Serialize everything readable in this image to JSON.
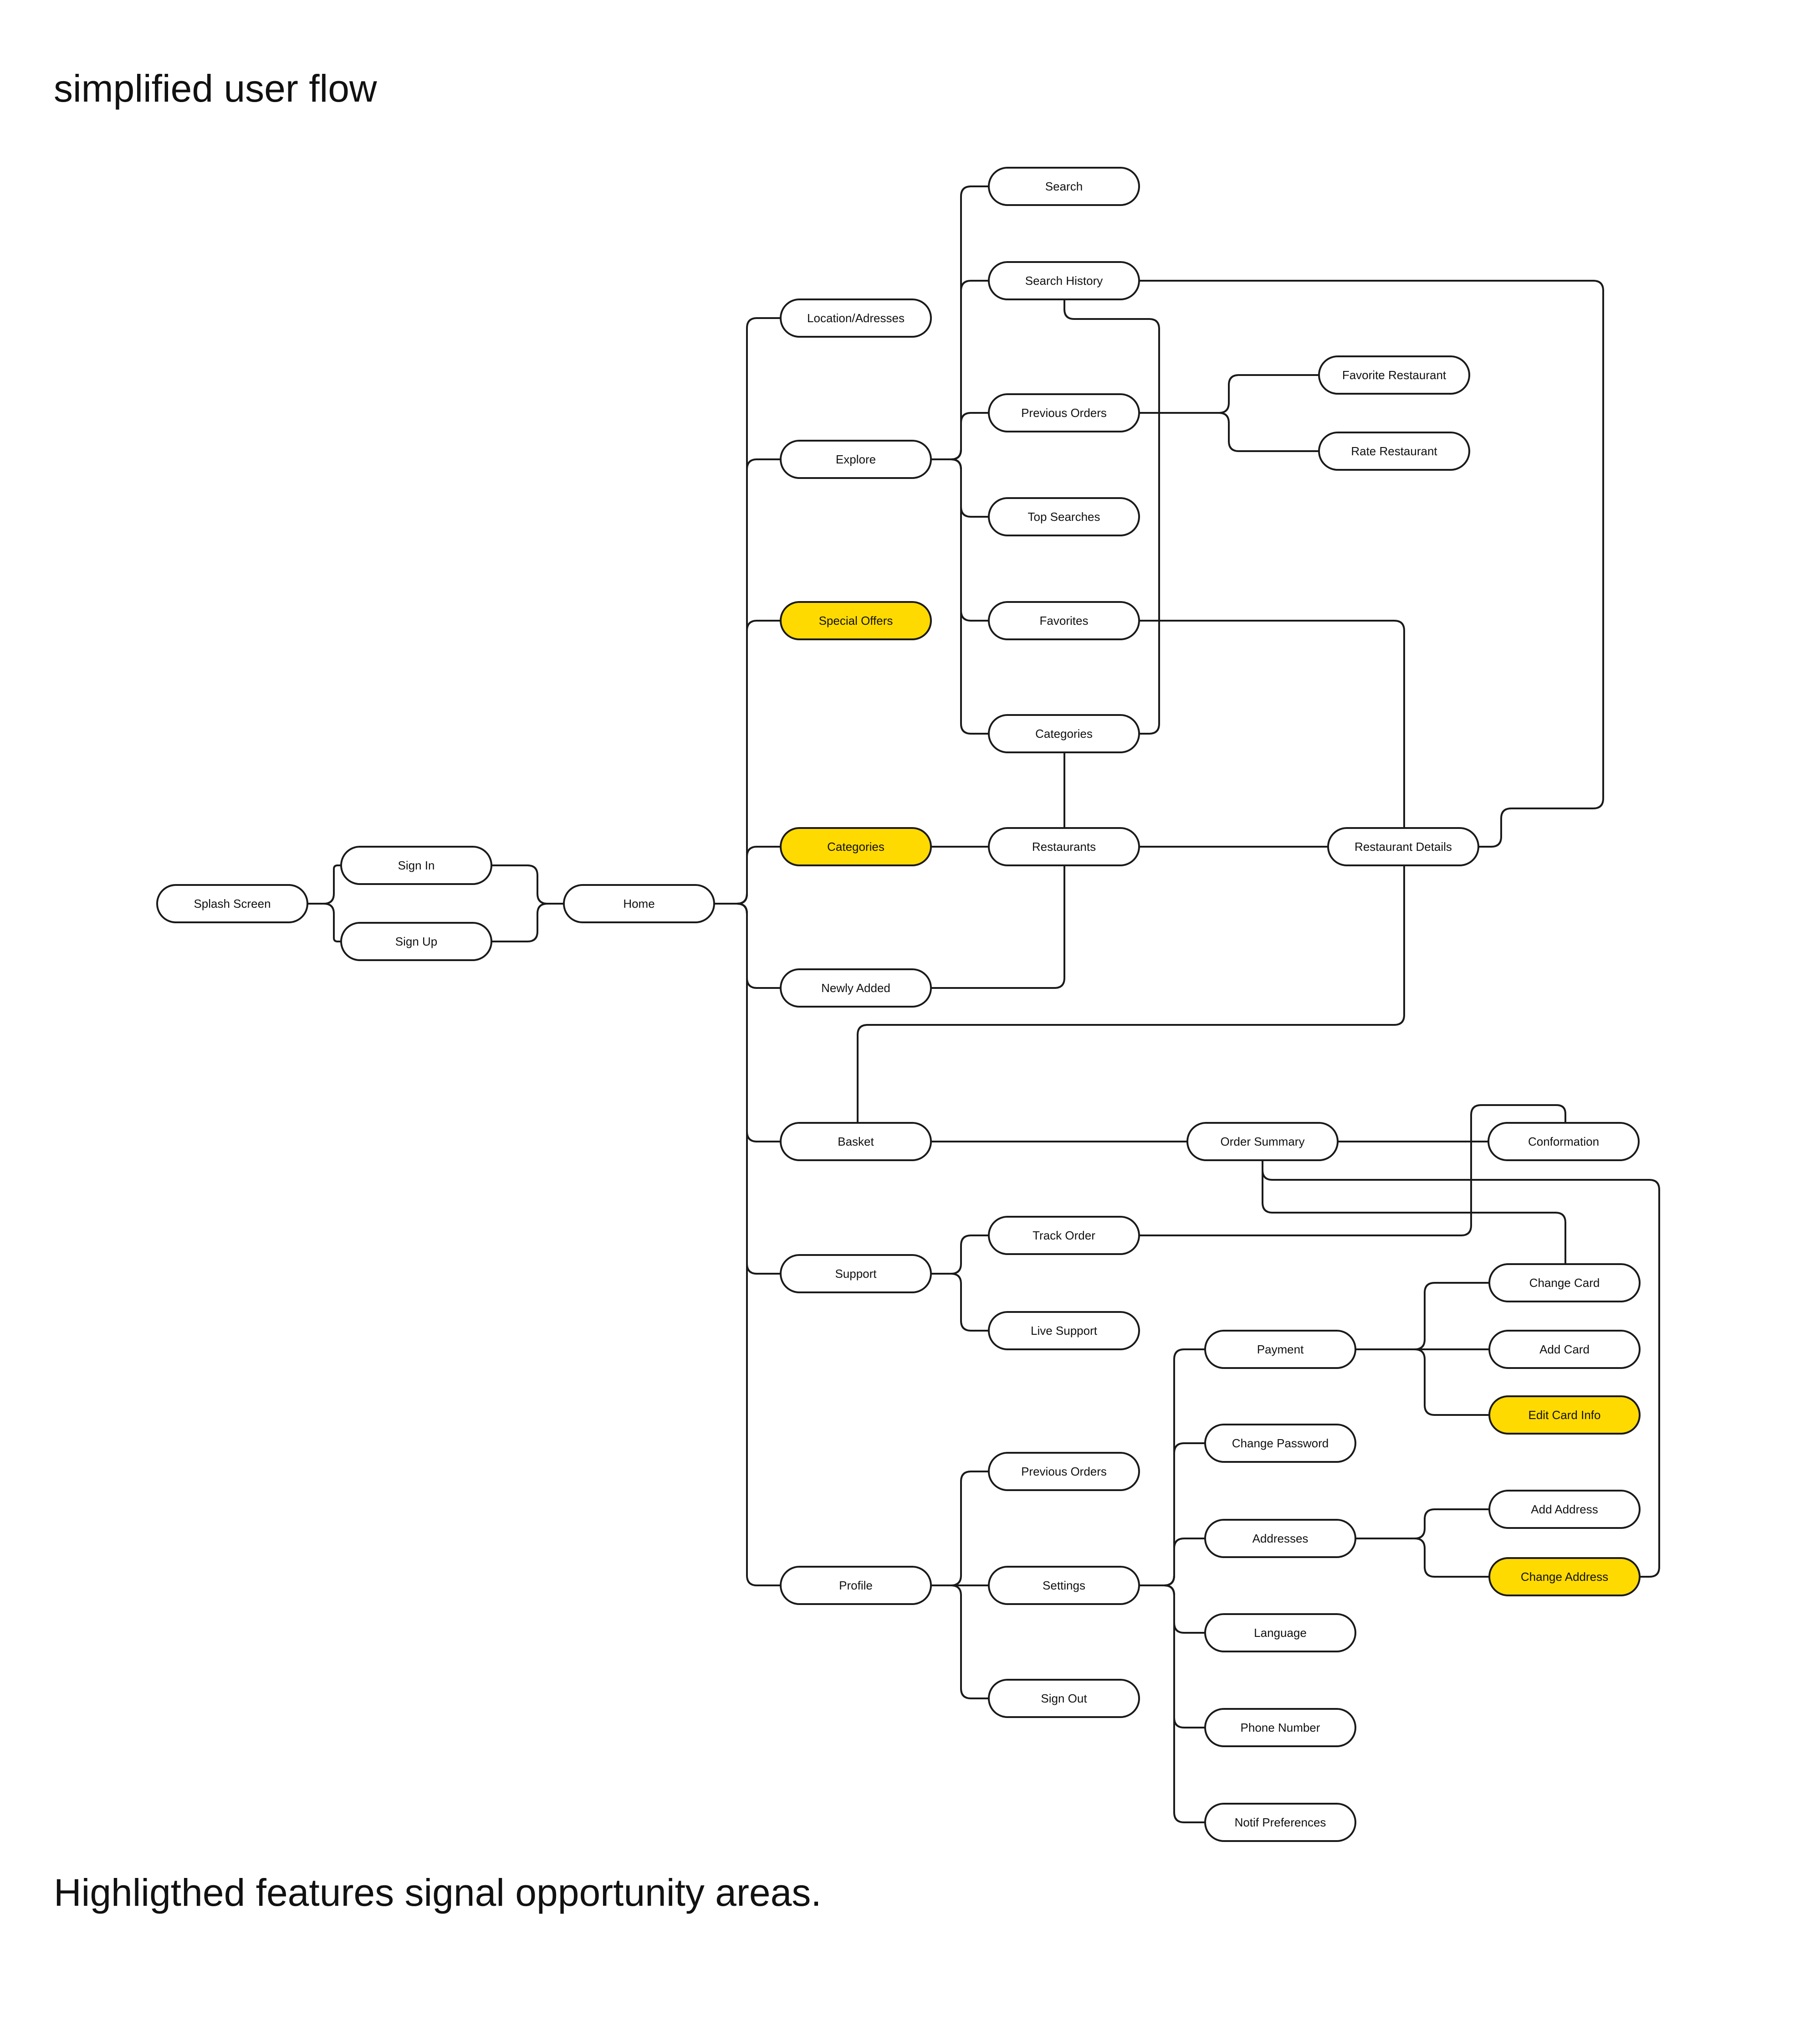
{
  "title": "simplified user flow",
  "footnote": "Highligthed features signal opportunity areas.",
  "colors": {
    "highlight": "#FFDA00",
    "node_fill": "#FFFFFF",
    "stroke": "#1A1A1A"
  },
  "nodes": [
    {
      "id": "splash",
      "label": "Splash  Screen",
      "highlight": false
    },
    {
      "id": "signin",
      "label": "Sign In",
      "highlight": false
    },
    {
      "id": "signup",
      "label": "Sign Up",
      "highlight": false
    },
    {
      "id": "home",
      "label": "Home",
      "highlight": false
    },
    {
      "id": "location",
      "label": "Location/Adresses",
      "highlight": false
    },
    {
      "id": "explore",
      "label": "Explore",
      "highlight": false
    },
    {
      "id": "special",
      "label": "Special  Offers",
      "highlight": true
    },
    {
      "id": "categories_home",
      "label": "Categories",
      "highlight": true
    },
    {
      "id": "newly",
      "label": "Newly  Added",
      "highlight": false
    },
    {
      "id": "basket",
      "label": "Basket",
      "highlight": false
    },
    {
      "id": "support",
      "label": "Support",
      "highlight": false
    },
    {
      "id": "profile",
      "label": "Profile",
      "highlight": false
    },
    {
      "id": "search",
      "label": "Search",
      "highlight": false
    },
    {
      "id": "search_history",
      "label": "Search History",
      "highlight": false
    },
    {
      "id": "prev_orders_explore",
      "label": "Previous  Orders",
      "highlight": false
    },
    {
      "id": "top_searches",
      "label": "Top Searches",
      "highlight": false
    },
    {
      "id": "favorites",
      "label": "Favorites",
      "highlight": false
    },
    {
      "id": "categories_explore",
      "label": "Categories",
      "highlight": false
    },
    {
      "id": "restaurants",
      "label": "Restaurants",
      "highlight": false
    },
    {
      "id": "restaurant_details",
      "label": "Restaurant Details",
      "highlight": false
    },
    {
      "id": "fav_restaurant",
      "label": "Favorite  Restaurant",
      "highlight": false
    },
    {
      "id": "rate_restaurant",
      "label": "Rate  Restaurant",
      "highlight": false
    },
    {
      "id": "order_summary",
      "label": "Order  Summary",
      "highlight": false
    },
    {
      "id": "conformation",
      "label": "Conformation",
      "highlight": false
    },
    {
      "id": "track_order",
      "label": "Track  Order",
      "highlight": false
    },
    {
      "id": "live_support",
      "label": "Live  Support",
      "highlight": false
    },
    {
      "id": "prev_orders_profile",
      "label": "Previous Orders",
      "highlight": false
    },
    {
      "id": "settings",
      "label": "Settings",
      "highlight": false
    },
    {
      "id": "sign_out",
      "label": "Sign Out",
      "highlight": false
    },
    {
      "id": "payment",
      "label": "Payment",
      "highlight": false
    },
    {
      "id": "change_password",
      "label": "Change Password",
      "highlight": false
    },
    {
      "id": "addresses",
      "label": "Addresses",
      "highlight": false
    },
    {
      "id": "language",
      "label": "Language",
      "highlight": false
    },
    {
      "id": "phone",
      "label": "Phone  Number",
      "highlight": false
    },
    {
      "id": "notif",
      "label": "Notif  Preferences",
      "highlight": false
    },
    {
      "id": "change_card",
      "label": "Change  Card",
      "highlight": false
    },
    {
      "id": "add_card",
      "label": "Add   Card",
      "highlight": false
    },
    {
      "id": "edit_card",
      "label": "Edit  Card   Info",
      "highlight": true
    },
    {
      "id": "add_address",
      "label": "Add   Address",
      "highlight": false
    },
    {
      "id": "change_address",
      "label": "Change  Address",
      "highlight": true
    }
  ],
  "edges": [
    [
      "splash",
      "signin"
    ],
    [
      "splash",
      "signup"
    ],
    [
      "signin",
      "home"
    ],
    [
      "signup",
      "home"
    ],
    [
      "home",
      "location"
    ],
    [
      "home",
      "explore"
    ],
    [
      "home",
      "special"
    ],
    [
      "home",
      "categories_home"
    ],
    [
      "home",
      "newly"
    ],
    [
      "home",
      "basket"
    ],
    [
      "home",
      "support"
    ],
    [
      "home",
      "profile"
    ],
    [
      "explore",
      "search"
    ],
    [
      "explore",
      "search_history"
    ],
    [
      "explore",
      "prev_orders_explore"
    ],
    [
      "explore",
      "top_searches"
    ],
    [
      "explore",
      "favorites"
    ],
    [
      "explore",
      "categories_explore"
    ],
    [
      "search_history",
      "categories_explore"
    ],
    [
      "search_history",
      "restaurant_details"
    ],
    [
      "prev_orders_explore",
      "fav_restaurant"
    ],
    [
      "prev_orders_explore",
      "rate_restaurant"
    ],
    [
      "favorites",
      "restaurant_details"
    ],
    [
      "categories_explore",
      "restaurants"
    ],
    [
      "categories_home",
      "restaurants"
    ],
    [
      "newly",
      "restaurants"
    ],
    [
      "restaurants",
      "restaurant_details"
    ],
    [
      "restaurant_details",
      "basket"
    ],
    [
      "basket",
      "order_summary"
    ],
    [
      "order_summary",
      "conformation"
    ],
    [
      "order_summary",
      "change_card"
    ],
    [
      "order_summary",
      "change_address"
    ],
    [
      "track_order",
      "conformation"
    ],
    [
      "support",
      "track_order"
    ],
    [
      "support",
      "live_support"
    ],
    [
      "profile",
      "prev_orders_profile"
    ],
    [
      "profile",
      "settings"
    ],
    [
      "profile",
      "sign_out"
    ],
    [
      "settings",
      "payment"
    ],
    [
      "settings",
      "change_password"
    ],
    [
      "settings",
      "addresses"
    ],
    [
      "settings",
      "language"
    ],
    [
      "settings",
      "phone"
    ],
    [
      "settings",
      "notif"
    ],
    [
      "payment",
      "change_card"
    ],
    [
      "payment",
      "add_card"
    ],
    [
      "payment",
      "edit_card"
    ],
    [
      "addresses",
      "add_address"
    ],
    [
      "addresses",
      "change_address"
    ]
  ]
}
